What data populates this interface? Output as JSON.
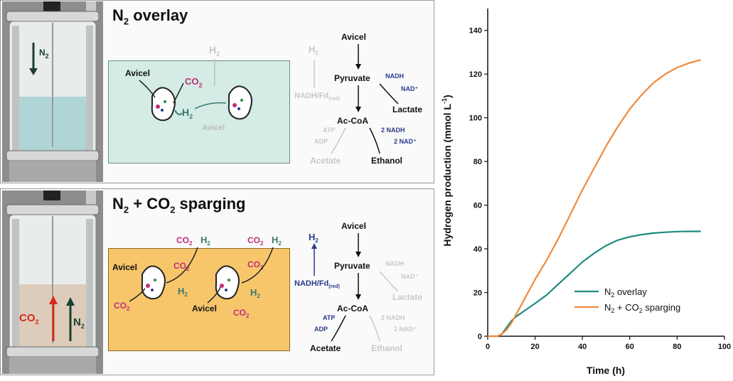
{
  "panels": {
    "top": {
      "title_main": "N",
      "title_sub": "2",
      "title_rest": " overlay",
      "reactor_label_main": "N",
      "reactor_label_sub": "2",
      "culture": {
        "avicel_left": "Avicel",
        "co2_main": "CO",
        "co2_sub": "2",
        "h2_main": "H",
        "h2_sub": "2",
        "avicel_bottom": "Avicel",
        "h2_top_main": "H",
        "h2_top_sub": "2"
      },
      "pathway": {
        "avicel": "Avicel",
        "pyruvate": "Pyruvate",
        "nadh": "NADH",
        "nad": "NAD⁺",
        "lactate": "Lactate",
        "acCoA": "Ac-CoA",
        "two_nadh": "2 NADH",
        "two_nad": "2 NAD⁺",
        "ethanol": "Ethanol",
        "atp": "ATP",
        "adp": "ADP",
        "acetate": "Acetate",
        "h2_main": "H",
        "h2_sub": "2",
        "nadh_fd_main": "NADH/Fd",
        "nadh_fd_sub": "(red)"
      }
    },
    "bottom": {
      "title_n": "N",
      "title_n_sub": "2",
      "title_plus": " + CO",
      "title_co2_sub": "2",
      "title_rest": " sparging",
      "reactor_co2_main": "CO",
      "reactor_co2_sub": "2",
      "reactor_n2_main": "N",
      "reactor_n2_sub": "2",
      "culture": {
        "avicel_left": "Avicel",
        "avicel_bottom": "Avicel",
        "co2_main": "CO",
        "co2_sub": "2",
        "h2_main": "H",
        "h2_sub": "2"
      },
      "pathway": {
        "avicel": "Avicel",
        "pyruvate": "Pyruvate",
        "nadh": "NADH",
        "nad": "NAD⁺",
        "lactate": "Lactate",
        "acCoA": "Ac-CoA",
        "two_nadh": "2 NADH",
        "two_nad": "2 NAD⁺",
        "ethanol": "Ethanol",
        "atp": "ATP",
        "adp": "ADP",
        "acetate": "Acetate",
        "h2_main": "H",
        "h2_sub": "2",
        "nadh_fd_main": "NADH/Fd",
        "nadh_fd_sub": "(red)"
      }
    }
  },
  "colors": {
    "teal": "#1f8a80",
    "orange": "#f08a3c",
    "co2_pink": "#c0307a",
    "h2_teal": "#3b7a6a",
    "nadh_blue": "#2a3a8a",
    "faded": "#c8c8c8",
    "red_arrow": "#d42b1e",
    "green_arrow": "#1c3f2f"
  },
  "chart_data": {
    "type": "line",
    "xlabel": "Time (h)",
    "ylabel_main": "Hydrogen production (mmol L",
    "ylabel_sup": "-1",
    "ylabel_close": ")",
    "xlim": [
      0,
      100
    ],
    "ylim": [
      0,
      150
    ],
    "xticks": [
      0,
      20,
      40,
      60,
      80,
      100
    ],
    "yticks": [
      0,
      20,
      40,
      60,
      80,
      100,
      120,
      140
    ],
    "legend_position": "bottom-right",
    "series": [
      {
        "name_main": "N",
        "name_sub": "2",
        "name_rest": " overlay",
        "color": "#1f8a80",
        "x": [
          0,
          4,
          6,
          8,
          10,
          12,
          16,
          20,
          25,
          30,
          35,
          40,
          45,
          50,
          55,
          60,
          65,
          70,
          75,
          80,
          85,
          90
        ],
        "y": [
          0,
          0,
          1,
          4,
          7,
          9,
          12,
          15,
          19,
          24,
          29,
          34,
          38,
          41.5,
          44,
          45.5,
          46.5,
          47.2,
          47.6,
          47.9,
          48,
          48
        ]
      },
      {
        "name_main": "N",
        "name_sub": "2",
        "name_rest": " + CO",
        "name_sub2": "2",
        "name_rest2": " sparging",
        "color": "#f08a3c",
        "x": [
          0,
          4,
          6,
          8,
          10,
          12,
          16,
          20,
          25,
          30,
          35,
          40,
          45,
          50,
          55,
          60,
          65,
          70,
          75,
          80,
          85,
          90
        ],
        "y": [
          0,
          0,
          1,
          3,
          6,
          10,
          18,
          26,
          35,
          45,
          56,
          67,
          77,
          87,
          96,
          104,
          110.5,
          116,
          120,
          123,
          125,
          126.5
        ]
      }
    ]
  }
}
